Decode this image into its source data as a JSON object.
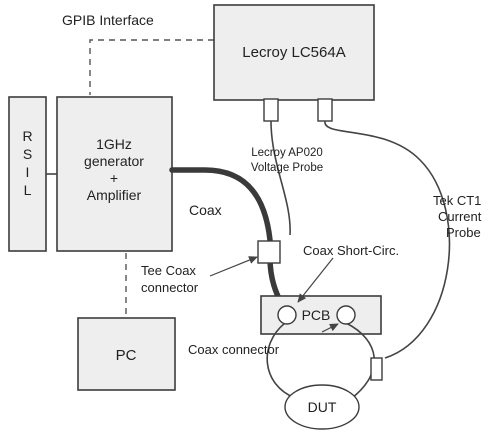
{
  "labels": {
    "gpib": "GPIB Interface",
    "scope": "Lecroy LC564A",
    "rsil": [
      "R",
      "S",
      "I",
      "L"
    ],
    "generator": [
      "1GHz",
      "generator",
      "+",
      "Amplifier"
    ],
    "coax": "Coax",
    "voltage_probe": [
      "Lecroy AP020",
      "Voltage Probe"
    ],
    "current_probe": [
      "Tek CT1",
      "Current",
      "Probe"
    ],
    "tee": [
      "Tee Coax",
      "connector"
    ],
    "short_circ": "Coax Short-Circ.",
    "pcb": "PCB",
    "coax_connector": "Coax connector",
    "pc": "PC",
    "dut": "DUT"
  }
}
